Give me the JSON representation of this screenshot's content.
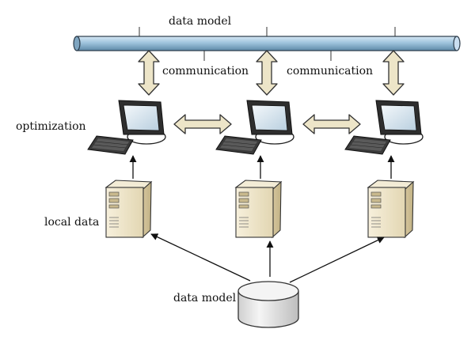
{
  "labels": {
    "bus_title": "data model",
    "comm_left": "communication",
    "comm_right": "communication",
    "optimization": "optimization",
    "local_data": "local data",
    "db_title": "data model"
  },
  "colors": {
    "bus_fill": "#9fc4dd",
    "bus_stroke": "#2b3b49",
    "arrow_fill": "#ede5c8",
    "server_fill": "#efe6cc",
    "monitor_body": "#333333",
    "screen_fill": "#d8e6f0",
    "db_fill": "#e6e6e6"
  },
  "icons": [
    "workstation-icon",
    "server-icon",
    "database-icon",
    "double-arrow-icon"
  ]
}
